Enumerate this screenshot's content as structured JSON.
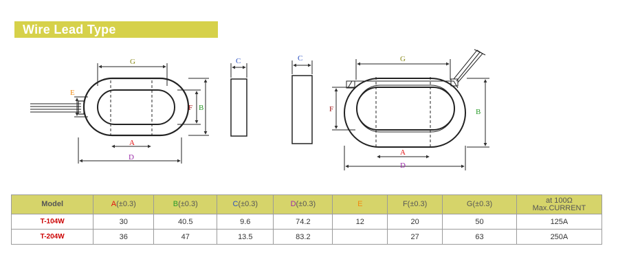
{
  "title": "Wire Lead Type",
  "diagram_labels": {
    "A": "A",
    "B": "B",
    "C": "C",
    "D": "D",
    "E": "E",
    "F": "F",
    "G": "G"
  },
  "colors": {
    "banner": "#d6d14a",
    "header_bg": "#d6d46a",
    "label_A": "#e01010",
    "label_B": "#2a9a2a",
    "label_C": "#2a4fc0",
    "label_D": "#9a2aa8",
    "label_E": "#f08a10",
    "model_text": "#cc0000"
  },
  "table": {
    "headers": {
      "model": "Model",
      "a_letter": "A",
      "a_tol": "(±0.3)",
      "b_letter": "B",
      "b_tol": "(±0.3)",
      "c_letter": "C",
      "c_tol": "(±0.3)",
      "d_letter": "D",
      "d_tol": "(±0.3)",
      "e_letter": "E",
      "f": "F(±0.3)",
      "g": "G(±0.3)",
      "current_line1": "at 100Ω",
      "current_line2": "Max.CURRENT"
    },
    "rows": [
      {
        "model": "T-104W",
        "a": "30",
        "b": "40.5",
        "c": "9.6",
        "d": "74.2",
        "e": "12",
        "f": "20",
        "g": "50",
        "current": "125A"
      },
      {
        "model": "T-204W",
        "a": "36",
        "b": "47",
        "c": "13.5",
        "d": "83.2",
        "e": "",
        "f": "27",
        "g": "63",
        "current": "250A"
      }
    ]
  }
}
